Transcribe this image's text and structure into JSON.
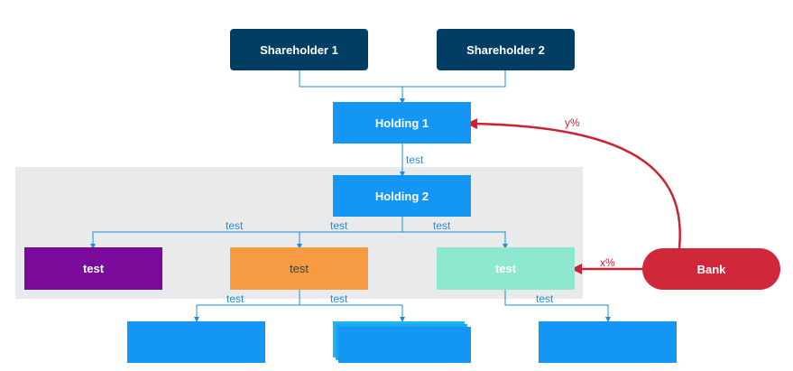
{
  "nodes": {
    "shareholder1": "Shareholder 1",
    "shareholder2": "Shareholder 2",
    "holding1": "Holding 1",
    "holding2": "Holding 2",
    "sub_purple": "test",
    "sub_orange": "test",
    "sub_mint": "test",
    "bank": "Bank",
    "leaf1": "",
    "leaf2": "",
    "leaf3": ""
  },
  "edge_labels": {
    "h1_h2": "test",
    "h2_purple": "test",
    "h2_orange": "test",
    "h2_mint": "test",
    "orange_leaf1": "test",
    "orange_leaf2": "test",
    "mint_leaf3": "test",
    "bank_holding1": "y%",
    "bank_mint": "x%"
  },
  "colors": {
    "shareholder": "#003f63",
    "holding": "#1496f5",
    "purple": "#7a0a9a",
    "orange": "#f79b43",
    "mint": "#8ee8cf",
    "bank": "#d0283a",
    "connector": "#1d8fd8",
    "bank_arrow": "#cc2233",
    "group_background": "#e9eaeb"
  }
}
